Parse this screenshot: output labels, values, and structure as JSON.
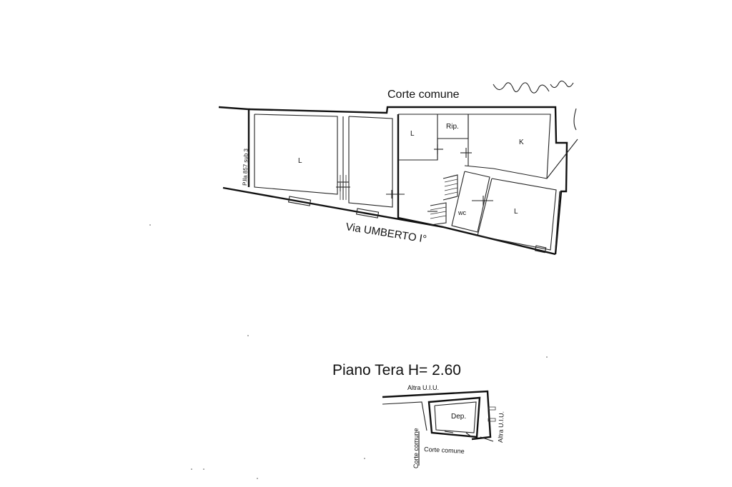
{
  "main_plan": {
    "corte_comune_top": "Corte comune",
    "street": "Via UMBERTO I°",
    "neighbor_label": "P.lla 857 sub 3",
    "rooms": {
      "living_left": "L",
      "living_top_mid": "L",
      "ripostiglio": "Rip.",
      "kitchen": "K",
      "wc": "wc",
      "living_right": "L"
    }
  },
  "floor_title": "Piano Tera H= 2.60",
  "annex_plan": {
    "altra_uiu_top": "Altra U.I.U.",
    "altra_uiu_right": "Altra U.I.U.",
    "deposito": "Dep.",
    "corte_comune_bottom": "Corte comune",
    "corte_comune_left": "Corte comune"
  }
}
